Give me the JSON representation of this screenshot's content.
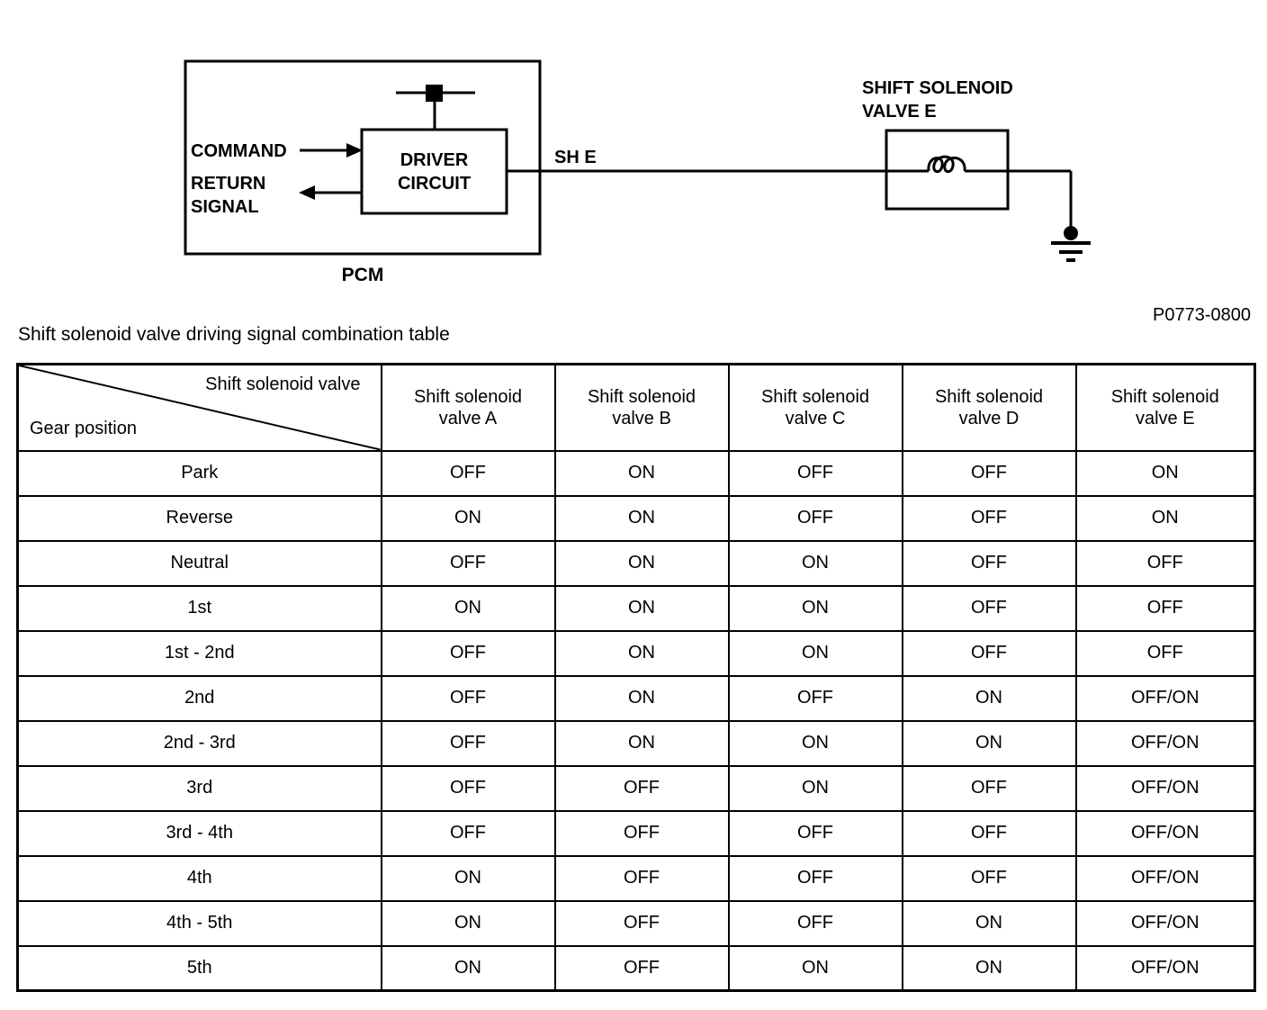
{
  "diagram": {
    "command_label": "COMMAND",
    "return_signal_label": "RETURN SIGNAL",
    "driver_circuit_label": "DRIVER CIRCUIT",
    "pcm_label": "PCM",
    "wire_label": "SH E",
    "solenoid_label": "SHIFT SOLENOID VALVE E",
    "figure_code": "P0773-0800"
  },
  "caption": "Shift solenoid valve driving signal combination table",
  "table": {
    "corner": {
      "top_right": "Shift solenoid valve",
      "bottom_left": "Gear position"
    },
    "columns": [
      "Shift solenoid valve A",
      "Shift solenoid valve B",
      "Shift solenoid valve C",
      "Shift solenoid valve D",
      "Shift solenoid valve E"
    ],
    "rows": [
      {
        "gear": "Park",
        "values": [
          "OFF",
          "ON",
          "OFF",
          "OFF",
          "ON"
        ]
      },
      {
        "gear": "Reverse",
        "values": [
          "ON",
          "ON",
          "OFF",
          "OFF",
          "ON"
        ]
      },
      {
        "gear": "Neutral",
        "values": [
          "OFF",
          "ON",
          "ON",
          "OFF",
          "OFF"
        ]
      },
      {
        "gear": "1st",
        "values": [
          "ON",
          "ON",
          "ON",
          "OFF",
          "OFF"
        ]
      },
      {
        "gear": "1st - 2nd",
        "values": [
          "OFF",
          "ON",
          "ON",
          "OFF",
          "OFF"
        ]
      },
      {
        "gear": "2nd",
        "values": [
          "OFF",
          "ON",
          "OFF",
          "ON",
          "OFF/ON"
        ]
      },
      {
        "gear": "2nd - 3rd",
        "values": [
          "OFF",
          "ON",
          "ON",
          "ON",
          "OFF/ON"
        ]
      },
      {
        "gear": "3rd",
        "values": [
          "OFF",
          "OFF",
          "ON",
          "OFF",
          "OFF/ON"
        ]
      },
      {
        "gear": "3rd - 4th",
        "values": [
          "OFF",
          "OFF",
          "OFF",
          "OFF",
          "OFF/ON"
        ]
      },
      {
        "gear": "4th",
        "values": [
          "ON",
          "OFF",
          "OFF",
          "OFF",
          "OFF/ON"
        ]
      },
      {
        "gear": "4th - 5th",
        "values": [
          "ON",
          "OFF",
          "OFF",
          "ON",
          "OFF/ON"
        ]
      },
      {
        "gear": "5th",
        "values": [
          "ON",
          "OFF",
          "ON",
          "ON",
          "OFF/ON"
        ]
      }
    ]
  },
  "colors": {
    "line": "#000000",
    "background": "#ffffff"
  }
}
